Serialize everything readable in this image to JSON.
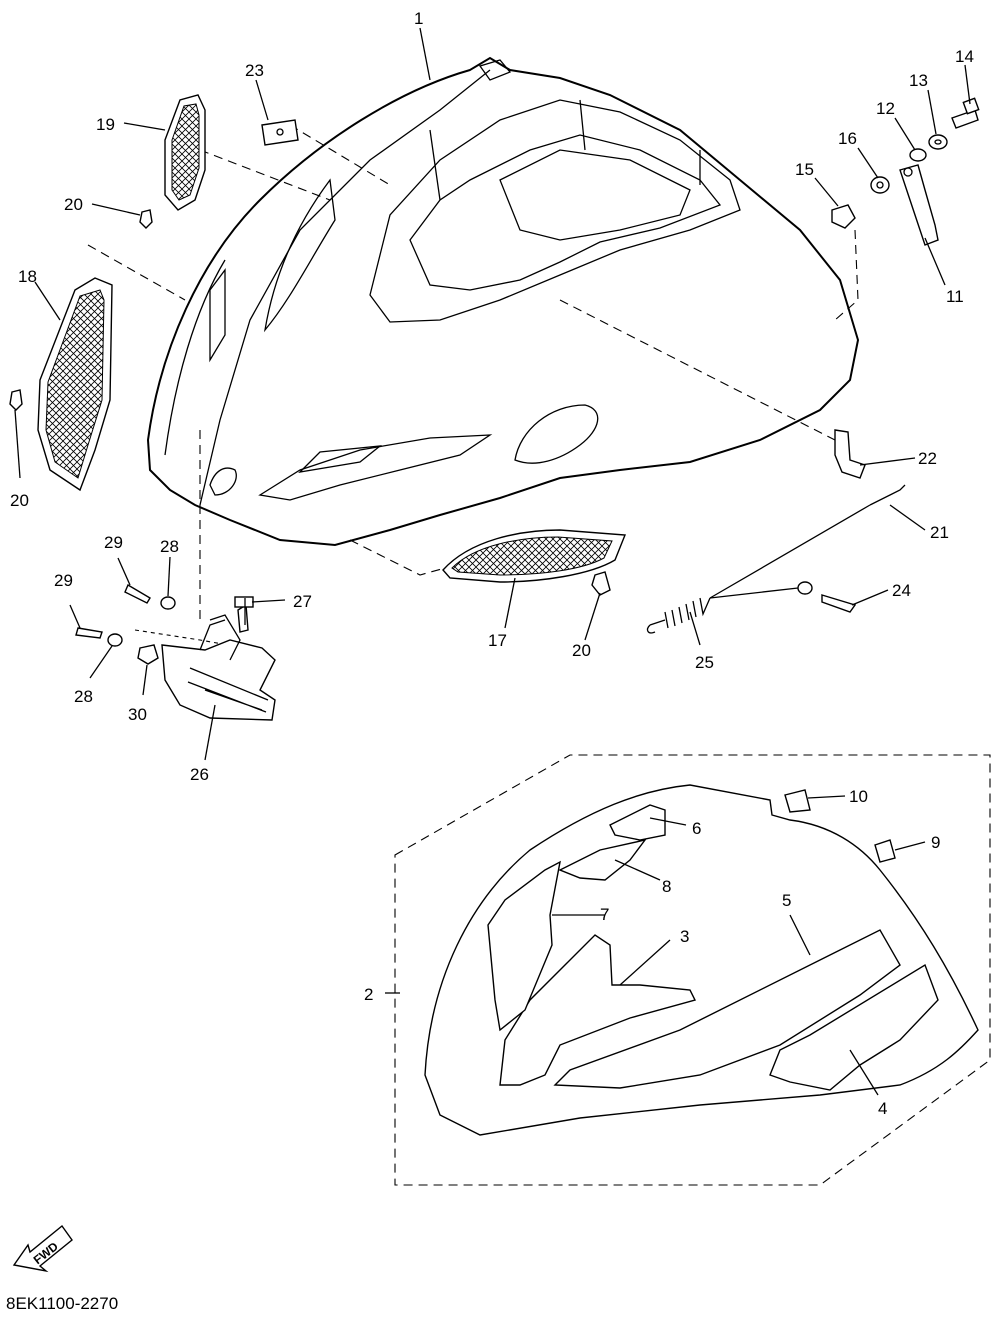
{
  "callouts": [
    {
      "id": "1",
      "text": "1"
    },
    {
      "id": "2",
      "text": "2"
    },
    {
      "id": "3",
      "text": "3"
    },
    {
      "id": "4",
      "text": "4"
    },
    {
      "id": "5",
      "text": "5"
    },
    {
      "id": "6",
      "text": "6"
    },
    {
      "id": "7",
      "text": "7"
    },
    {
      "id": "8",
      "text": "8"
    },
    {
      "id": "9",
      "text": "9"
    },
    {
      "id": "10",
      "text": "10"
    },
    {
      "id": "11",
      "text": "11"
    },
    {
      "id": "12",
      "text": "12"
    },
    {
      "id": "13",
      "text": "13"
    },
    {
      "id": "14",
      "text": "14"
    },
    {
      "id": "15",
      "text": "15"
    },
    {
      "id": "16",
      "text": "16"
    },
    {
      "id": "17",
      "text": "17"
    },
    {
      "id": "18",
      "text": "18"
    },
    {
      "id": "19",
      "text": "19"
    },
    {
      "id": "20a",
      "text": "20"
    },
    {
      "id": "20b",
      "text": "20"
    },
    {
      "id": "20c",
      "text": "20"
    },
    {
      "id": "21",
      "text": "21"
    },
    {
      "id": "22",
      "text": "22"
    },
    {
      "id": "23",
      "text": "23"
    },
    {
      "id": "24",
      "text": "24"
    },
    {
      "id": "25",
      "text": "25"
    },
    {
      "id": "26",
      "text": "26"
    },
    {
      "id": "27",
      "text": "27"
    },
    {
      "id": "28a",
      "text": "28"
    },
    {
      "id": "28b",
      "text": "28"
    },
    {
      "id": "29a",
      "text": "29"
    },
    {
      "id": "29b",
      "text": "29"
    },
    {
      "id": "30",
      "text": "30"
    }
  ],
  "fwd_arrow": {
    "label": "FWD"
  },
  "diagram_code": "8EK1100-2270"
}
